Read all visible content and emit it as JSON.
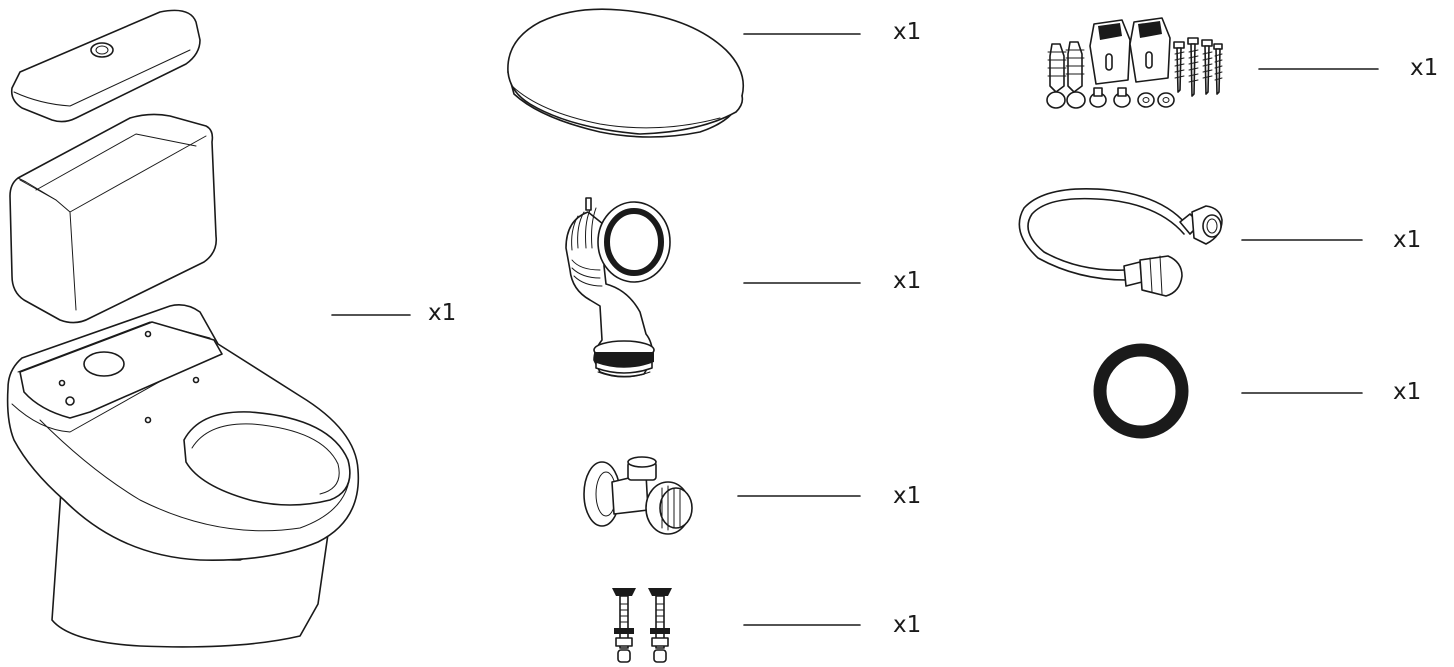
{
  "parts": [
    {
      "name": "toilet-assembly",
      "quantity": "x1"
    },
    {
      "name": "toilet-seat",
      "quantity": "x1"
    },
    {
      "name": "drain-elbow",
      "quantity": "x1"
    },
    {
      "name": "angle-valve",
      "quantity": "x1"
    },
    {
      "name": "tank-bolts",
      "quantity": "x1"
    },
    {
      "name": "mounting-hardware",
      "quantity": "x1"
    },
    {
      "name": "water-hose",
      "quantity": "x1"
    },
    {
      "name": "wax-ring",
      "quantity": "x1"
    }
  ],
  "colors": {
    "line": "#1a1a1a",
    "background": "#ffffff"
  }
}
